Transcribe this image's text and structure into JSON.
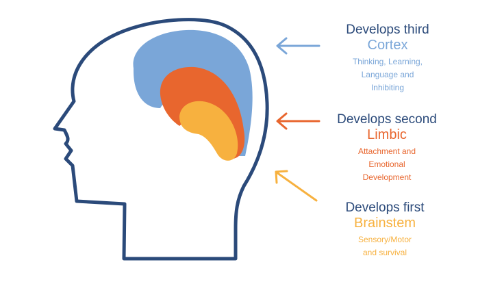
{
  "colors": {
    "outline": "#2b4a7a",
    "cortex": "#7aa6d8",
    "limbic": "#e8662e",
    "brainstem": "#f7b13f",
    "heading": "#2b4a7a"
  },
  "icons": {
    "head": "head-outline-icon",
    "arrow": "arrow-left-icon"
  },
  "regions": [
    {
      "key": "cortex",
      "heading": "Develops third",
      "name": "Cortex",
      "description_lines": [
        "Thinking, Learning,",
        "Language and",
        "Inhibiting"
      ]
    },
    {
      "key": "limbic",
      "heading": "Develops second",
      "name": "Limbic",
      "description_lines": [
        "Attachment and",
        "Emotional",
        "Development"
      ]
    },
    {
      "key": "brainstem",
      "heading": "Develops first",
      "name": "Brainstem",
      "description_lines": [
        "Sensory/Motor",
        "and survival"
      ]
    }
  ]
}
